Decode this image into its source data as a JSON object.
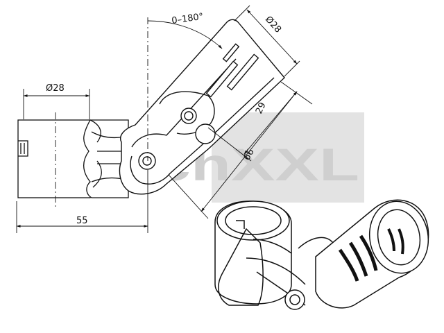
{
  "drawing": {
    "angle_label": "0–180°",
    "dia_top_label": "Ø28",
    "dia_left_label": "Ø28",
    "dim_29_label": "29",
    "dim_66_label": "66",
    "dim_55_label": "55"
  },
  "watermark": {
    "text": "TechXXL"
  },
  "colors": {
    "line": "#111111",
    "watermark_box": "#e1e1e1",
    "watermark_text": "#c9c9c9"
  }
}
